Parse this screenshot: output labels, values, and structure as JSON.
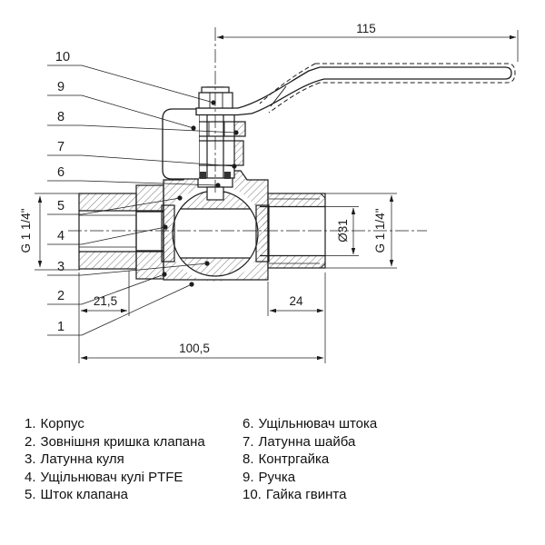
{
  "title": "Ball valve sectional technical drawing",
  "colors": {
    "line": "#1d1d1d",
    "hatch": "#555555",
    "background": "#ffffff"
  },
  "dimensions": {
    "handle_length": "115",
    "thread_depth": "21,5",
    "male_thread_length": "24",
    "total_length": "100,5",
    "bore_diameter": "Ø31",
    "left_thread": "G 1 1/4\"",
    "right_thread": "G 1 1/4\""
  },
  "callouts": [
    "1",
    "2",
    "3",
    "4",
    "5",
    "6",
    "7",
    "8",
    "9",
    "10"
  ],
  "parts_list": {
    "left": [
      {
        "num": "1.",
        "name": "Корпус"
      },
      {
        "num": "2.",
        "name": "Зовнішня кришка клапана"
      },
      {
        "num": "3.",
        "name": "Латунна куля"
      },
      {
        "num": "4.",
        "name": "Ущільнювач кулі PTFE"
      },
      {
        "num": "5.",
        "name": "Шток клапана"
      }
    ],
    "right": [
      {
        "num": "6.",
        "name": "Ущільнювач штока"
      },
      {
        "num": "7.",
        "name": "Латунна шайба"
      },
      {
        "num": "8.",
        "name": "Контргайка"
      },
      {
        "num": "9.",
        "name": "Ручка"
      },
      {
        "num": "10.",
        "name": "Гайка гвинта"
      }
    ]
  }
}
